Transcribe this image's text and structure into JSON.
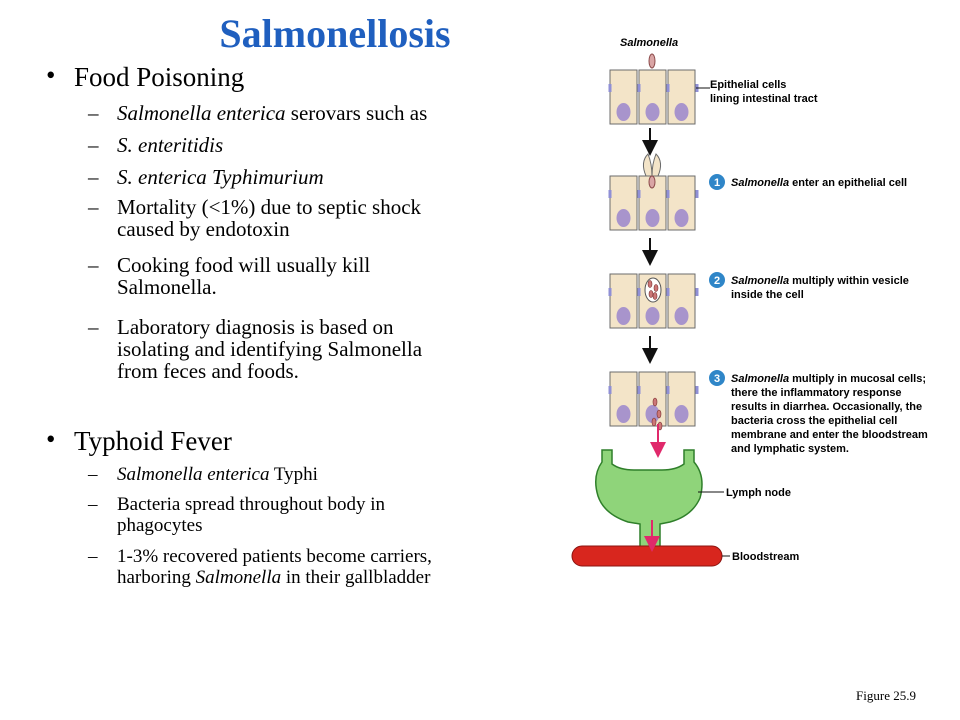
{
  "title": "Salmonellosis",
  "food": {
    "heading": "Food Poisoning",
    "items": [
      {
        "lines": [
          {
            "it": "Salmonella enterica",
            "rest": " serovars such as"
          }
        ]
      },
      {
        "lines": [
          {
            "it": "S. enteritidis",
            "rest": ""
          }
        ]
      },
      {
        "lines": [
          {
            "it": "S. enterica Typhimurium",
            "rest": ""
          }
        ]
      },
      {
        "lines": [
          {
            "it": "",
            "rest": "Mortality (<1%) due to septic shock"
          },
          {
            "it": "",
            "rest": "caused by endotoxin"
          }
        ]
      },
      {
        "lines": [
          {
            "it": "",
            "rest": "Cooking food will usually kill"
          },
          {
            "it": "",
            "rest": "Salmonella."
          }
        ]
      },
      {
        "lines": [
          {
            "it": "",
            "rest": "Laboratory diagnosis is based on"
          },
          {
            "it": "",
            "rest": "isolating and identifying Salmonella"
          },
          {
            "it": "",
            "rest": "from feces and foods."
          }
        ]
      }
    ]
  },
  "typhoid": {
    "heading": "Typhoid Fever",
    "items": [
      {
        "lines": [
          {
            "it": "Salmonella enterica",
            "rest": " Typhi"
          }
        ]
      },
      {
        "lines": [
          {
            "it": "",
            "rest": "Bacteria spread throughout body in"
          },
          {
            "it": "",
            "rest": "phagocytes"
          }
        ]
      },
      {
        "lines": [
          {
            "it": "",
            "rest": "1-3% recovered patients become carriers,"
          },
          {
            "pre": "harboring ",
            "it": "Salmonella",
            "rest": " in their gallbladder"
          }
        ]
      }
    ]
  },
  "figure": {
    "top_label": "Salmonella",
    "epithelial_label": [
      "Epithelial cells",
      "lining intestinal tract"
    ],
    "steps": [
      {
        "num": "1",
        "lines": [
          {
            "it": "Salmonella",
            "rest": " enter an epithelial cell"
          }
        ]
      },
      {
        "num": "2",
        "lines": [
          {
            "it": "Salmonella",
            "rest": " multiply within vesicle"
          },
          {
            "it": "",
            "rest": "inside the cell"
          }
        ]
      },
      {
        "num": "3",
        "lines": [
          {
            "it": "Salmonella",
            "rest": " multiply in mucosal cells;"
          },
          {
            "it": "",
            "rest": "there the inflammatory response"
          },
          {
            "it": "",
            "rest": "results in diarrhea. Occasionally, the"
          },
          {
            "it": "",
            "rest": "bacteria cross the epithelial cell"
          },
          {
            "it": "",
            "rest": "membrane and enter the bloodstream"
          },
          {
            "it": "",
            "rest": "and lymphatic system."
          }
        ]
      }
    ],
    "lymph_label": "Lymph node",
    "blood_label": "Bloodstream"
  },
  "figure_ref": "Figure 25.9",
  "colors": {
    "title": "#1f5fbf",
    "cell_fill": "#f3e4c8",
    "nucleus": "#a894cc",
    "lymph": "#8fd47a",
    "blood": "#d8261e",
    "step_circle": "#2f86c8",
    "arrow_red": "#e0296b"
  }
}
